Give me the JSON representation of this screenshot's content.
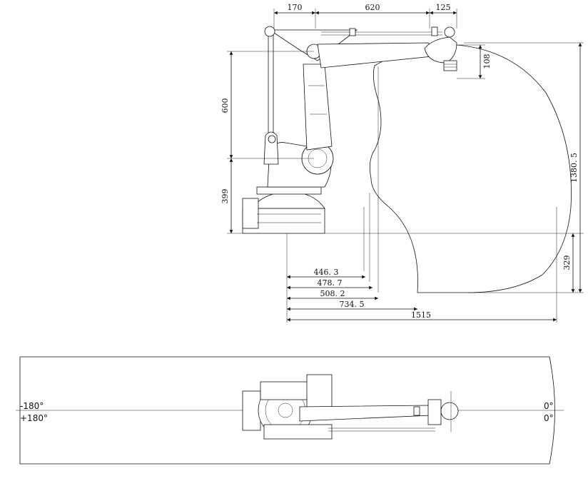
{
  "side_view": {
    "dims": {
      "top_170": "170",
      "top_620": "620",
      "top_125": "125",
      "v_108": "108",
      "v_600": "600",
      "v_399": "399",
      "v_1380": "1380. 5",
      "v_329": "329",
      "h_446": "446. 3",
      "h_478": "478. 7",
      "h_508": "508. 2",
      "h_734": "734. 5",
      "h_1515": "1515"
    }
  },
  "top_view": {
    "angles": {
      "left_neg": "-180°",
      "left_pos": "+180°",
      "right_top": "0°",
      "right_bottom": "0°"
    }
  }
}
